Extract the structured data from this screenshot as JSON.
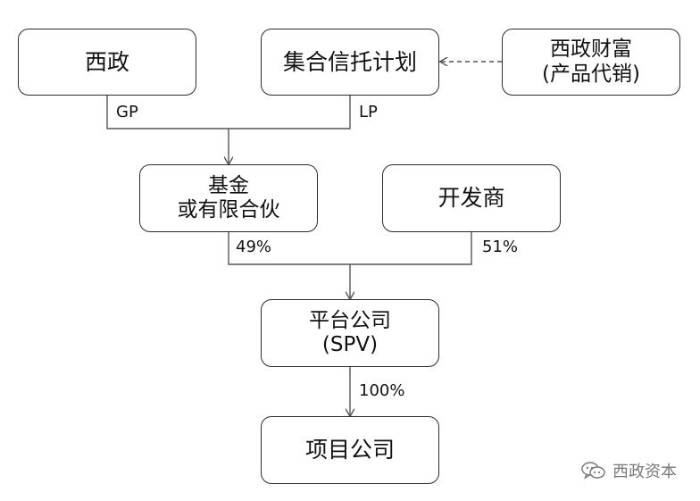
{
  "nodes": {
    "xizheng": {
      "lines": [
        "西政"
      ]
    },
    "trust_plan": {
      "lines": [
        "集合信托计划"
      ]
    },
    "xizheng_wealth": {
      "lines": [
        "西政财富",
        "(产品代销)"
      ]
    },
    "fund": {
      "lines": [
        "基金",
        "或有限合伙"
      ]
    },
    "developer": {
      "lines": [
        "开发商"
      ]
    },
    "platform_company": {
      "lines": [
        "平台公司",
        "(SPV)"
      ]
    },
    "project_company": {
      "lines": [
        "项目公司"
      ]
    }
  },
  "edges": {
    "gp_label": "GP",
    "lp_label": "LP",
    "fund_share": "49%",
    "developer_share": "51%",
    "platform_share": "100%"
  },
  "watermark": {
    "text": "西政资本",
    "icon": "wechat-icon"
  },
  "colors": {
    "line": "#555555",
    "box_border": "#2b2b2b",
    "watermark": "#7a7a7a"
  }
}
